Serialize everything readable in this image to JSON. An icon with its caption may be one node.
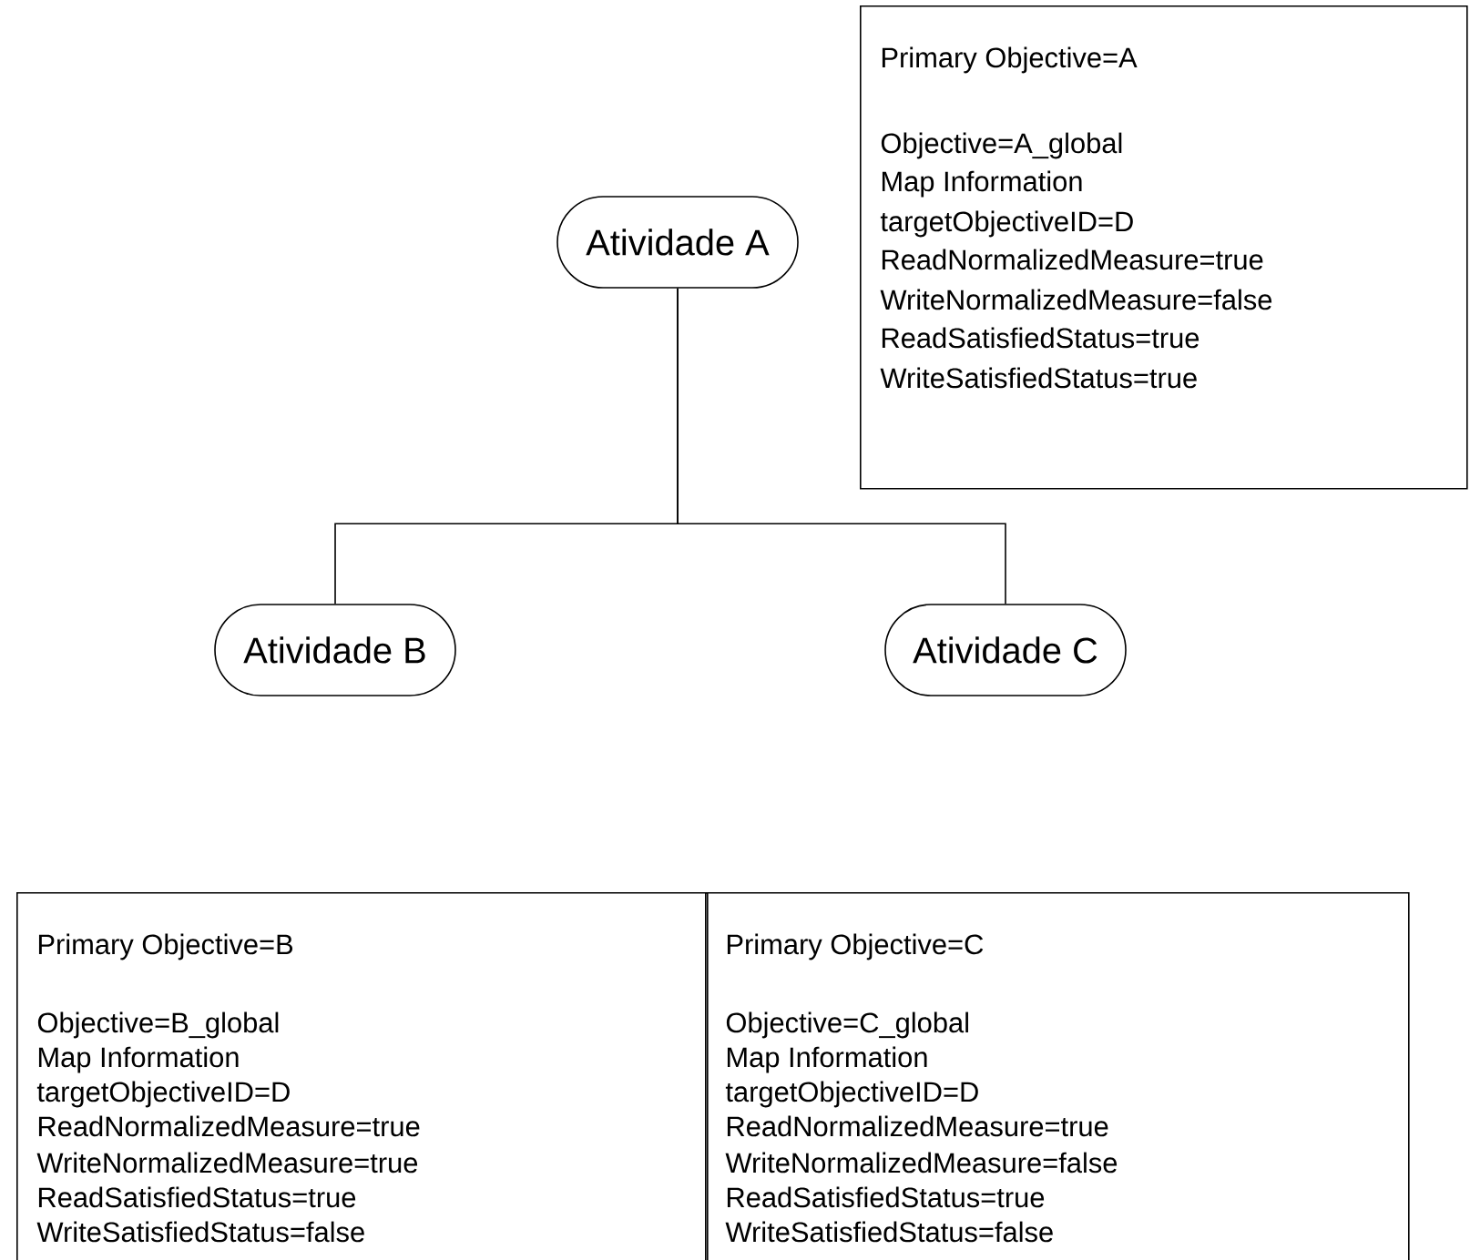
{
  "diagram": {
    "nodes": [
      {
        "text": [
          "Atividade A"
        ]
      },
      {
        "text": [
          "Atividade B"
        ]
      },
      {
        "text": [
          "Atividade C"
        ]
      },
      {
        "text": [
          "Primary Objective=A",
          "Objective=A_global",
          "Map Information",
          "targetObjectiveID=D",
          "ReadNormalizedMeasure=true",
          "WriteNormalizedMeasure=false",
          "ReadSatisfiedStatus=true",
          "WriteSatisfiedStatus=true"
        ]
      },
      {
        "text": [
          "Primary Objective=B",
          "Objective=B_global",
          "Map Information",
          "targetObjectiveID=D",
          "ReadNormalizedMeasure=true",
          "WriteNormalizedMeasure=true",
          "ReadSatisfiedStatus=true",
          "WriteSatisfiedStatus=false"
        ]
      },
      {
        "text": [
          "Primary Objective=C",
          "Objective=C_global",
          "Map Information",
          "targetObjectiveID=D",
          "ReadNormalizedMeasure=true",
          "WriteNormalizedMeasure=false",
          "ReadSatisfiedStatus=true",
          "WriteSatisfiedStatus=false"
        ]
      }
    ],
    "edges": [
      {
        "from": 0,
        "to": 1,
        "arrow": "none"
      },
      {
        "from": 0,
        "to": 2,
        "arrow": "none"
      }
    ]
  }
}
